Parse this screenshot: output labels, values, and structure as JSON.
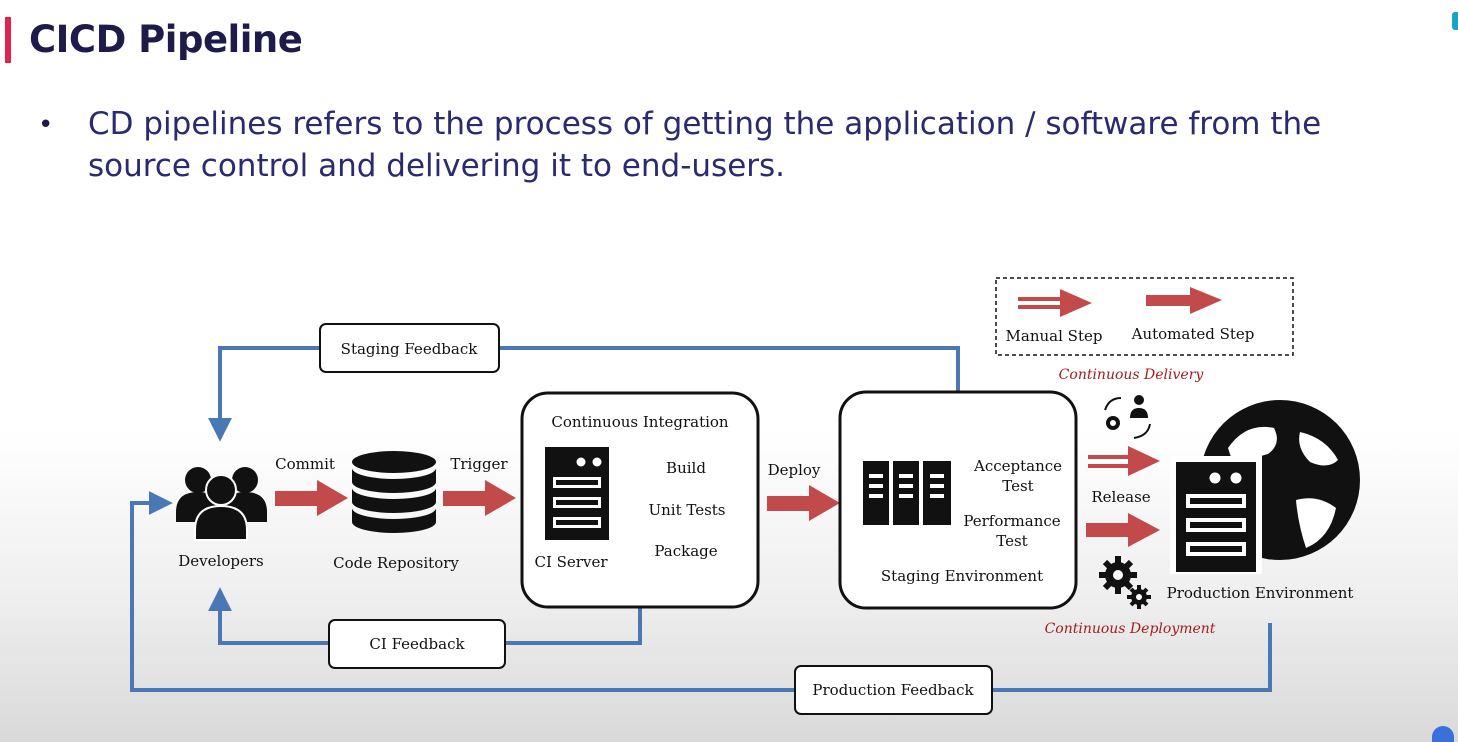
{
  "slide": {
    "title": "CICD Pipeline",
    "bullet": "CD pipelines refers to the process of getting the application / software from the source control and delivering it to end-users."
  },
  "diagram": {
    "legend": {
      "manual": "Manual Step",
      "automated": "Automated Step"
    },
    "feedback": {
      "staging": "Staging Feedback",
      "ci": "CI Feedback",
      "production": "Production Feedback"
    },
    "nodes": {
      "developers": "Developers",
      "repository": "Code Repository",
      "ci_title": "Continuous Integration",
      "ci_server": "CI Server",
      "ci_steps": [
        "Build",
        "Unit Tests",
        "Package"
      ],
      "staging_title": "Staging Environment",
      "staging_tests": [
        "Acceptance",
        "Test",
        "Performance",
        "Test"
      ],
      "production": "Production Environment"
    },
    "edges": {
      "commit": "Commit",
      "trigger": "Trigger",
      "deploy": "Deploy",
      "release": "Release"
    },
    "annotations": {
      "continuous_delivery": "Continuous Delivery",
      "continuous_deployment": "Continuous Deployment"
    },
    "colors": {
      "arrow_red": "#c24a4a",
      "feedback_blue": "#4a78b5",
      "annotation_red": "#a51c1c",
      "title_accent": "#e0224f",
      "title_text": "#1e1b4b"
    }
  }
}
